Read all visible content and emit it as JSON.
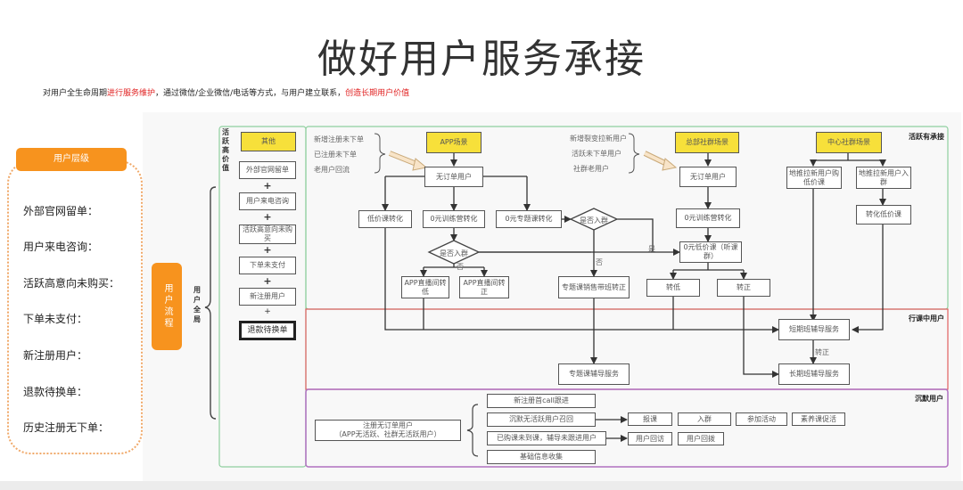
{
  "header": {
    "title": "做好用户服务承接",
    "subtitle_parts": [
      {
        "text": "对用户全生命周期",
        "color": "default"
      },
      {
        "text": "进行服务维护",
        "color": "red"
      },
      {
        "text": "，通过微信/企业微信/电话等方式，与用户建立联系，",
        "color": "default"
      },
      {
        "text": "创造长期用户价值",
        "color": "red"
      }
    ]
  },
  "colors": {
    "accent_orange": "#f7931e",
    "node_yellow": "#f7e03a",
    "zone_active": "#8fcf9f",
    "zone_in_course": "#e06060",
    "zone_silent": "#b070c0",
    "highlight_red": "#e02020"
  },
  "categories": {
    "header": "用户层级",
    "items": [
      "外部官网留单：",
      "用户来电咨询：",
      "活跃高意向未购买：",
      "下单未支付：",
      "新注册用户：",
      "退款待换单：",
      "历史注册无下单："
    ]
  },
  "flow_pill": "用户流程",
  "all_label": "用户全局",
  "high_value": {
    "label": "活跃高价值",
    "header_node": "其他",
    "items": [
      "外部官网留单",
      "用户来电咨询",
      "活跃高意向未购买",
      "下单未支付",
      "新注册用户",
      "退款待换单"
    ],
    "plus": "+"
  },
  "zones": {
    "active": "活跃有承接",
    "in_course": "行课中用户",
    "silent": "沉默用户"
  },
  "app_scene": {
    "title": "APP场景",
    "sources": [
      "新增注册未下单",
      "已注册未下单",
      "老用户回流"
    ],
    "no_order": "无订单用户",
    "low_price": "低价课转化",
    "zero_camp": "0元训练营转化",
    "zero_topic": "0元专题课转化",
    "join_group_q1": "是否入群",
    "join_group_q2": "是否入群",
    "no": "否",
    "yes": "是",
    "live_low": "APP直播间转低",
    "live_formal": "APP直播间转正",
    "topic_sales": "专题课销售带班转正"
  },
  "hq_scene": {
    "title": "总部社群场景",
    "sources": [
      "新增裂变拉新用户",
      "活跃未下单用户",
      "社群老用户"
    ],
    "no_order": "无订单用户",
    "zero_camp": "0元训练营转化",
    "zero_low": "0元低价课（听课群）",
    "to_low": "转低",
    "to_formal": "转正"
  },
  "center_scene": {
    "title": "中心社群场景",
    "ground_low": "地推拉新用户购低价课",
    "ground_group": "地推拉新用户入群",
    "convert_low": "转化低价课"
  },
  "services": {
    "short_term": "短期班辅导服务",
    "long_term": "长期班辅导服务",
    "topic": "专题课辅导服务",
    "to_formal": "转正"
  },
  "silent": {
    "user_line1": "注册无订单用户",
    "user_line2": "（APP无活跃、社群无活跃用户）",
    "actions": [
      "新注册首call跟进",
      "沉默无活跃用户召回",
      "已购课未到课，辅导未跟进用户",
      "基础信息收集"
    ],
    "recall_results": [
      "报课",
      "入群",
      "参加活动",
      "素养课促活"
    ],
    "followup_results": [
      "用户回访",
      "用户回拨"
    ]
  }
}
